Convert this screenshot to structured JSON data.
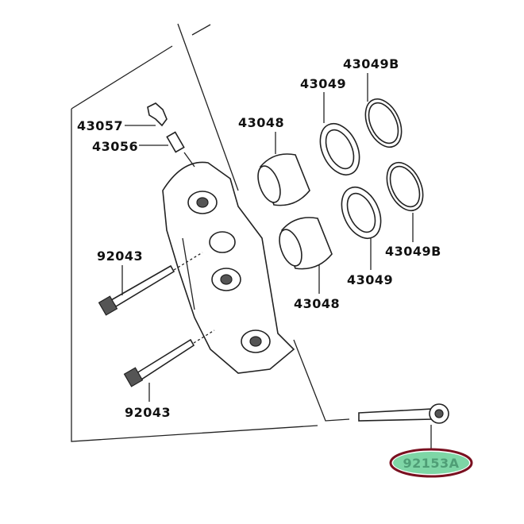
{
  "diagram": {
    "labels": {
      "seal_b_top": "43049B",
      "seal_top": "43049",
      "piston_top": "43048",
      "cap": "43057",
      "bleeder": "43056",
      "pin_top": "92043",
      "seal_b_bottom": "43049B",
      "seal_bottom": "43049",
      "piston_bottom": "43048",
      "pin_bottom": "92043",
      "bolt_highlighted": "92153A"
    },
    "highlight": {
      "fill": "#7ed6a6",
      "ring": "#7a1020",
      "text": "#4f9e76"
    }
  }
}
